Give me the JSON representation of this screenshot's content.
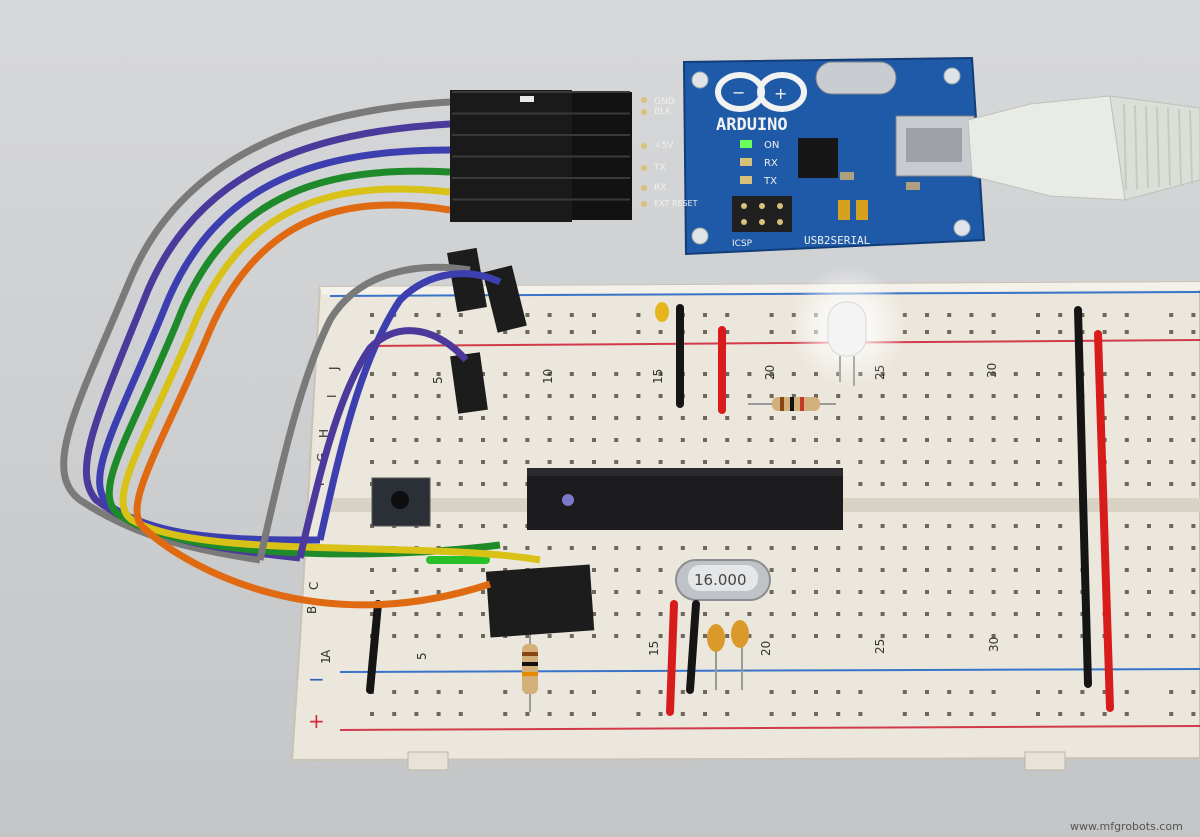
{
  "board": {
    "brand": "ARDUINO",
    "model": "USB2SERIAL",
    "header_label": "ICSP",
    "pins": [
      "GND",
      "BLK",
      "+5V",
      "TX",
      "RX",
      "EXT RESET"
    ],
    "leds": [
      "ON",
      "RX",
      "TX"
    ]
  },
  "breadboard": {
    "rows_top": [
      "J",
      "I",
      "H",
      "G",
      "F"
    ],
    "rows_bottom": [
      "C",
      "B",
      "A"
    ],
    "numbers_top": [
      "5",
      "10",
      "15",
      "20",
      "25",
      "30"
    ],
    "numbers_bottom": [
      "1",
      "5",
      "15",
      "20",
      "25",
      "30"
    ],
    "rail_minus": "−",
    "rail_plus": "+"
  },
  "crystal": {
    "marking": "16.000"
  },
  "watermark": "www.mfgrobots.com",
  "colors": {
    "background": "#cfd1d3",
    "board_blue": "#1e5aa8",
    "breadboard": "#ece7dc",
    "wire_gray": "#7a7a7a",
    "wire_purple": "#4b3a9c",
    "wire_blue": "#3d3fb0",
    "wire_green": "#1f8a2a",
    "wire_yellow": "#d8c218",
    "wire_orange": "#e06a12",
    "jumper_red": "#d81c1c",
    "jumper_black": "#151515"
  }
}
